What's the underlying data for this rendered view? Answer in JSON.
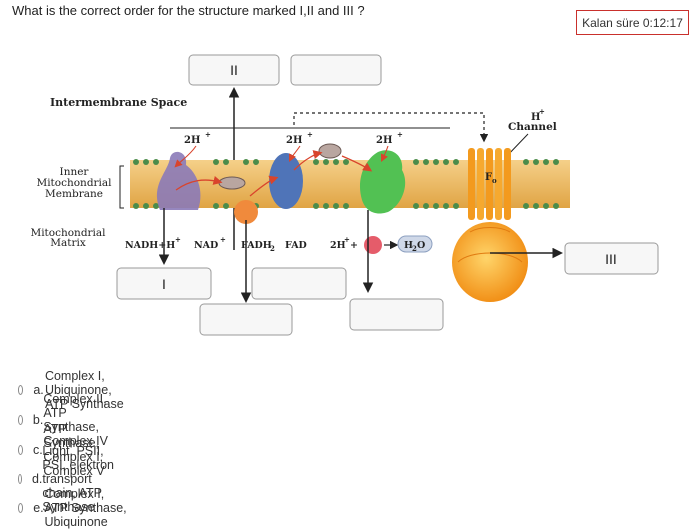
{
  "question": {
    "text": "What is the correct order for the structure marked I,II and III ?"
  },
  "timer": {
    "text": "Kalan süre 0:12:17"
  },
  "diagram": {
    "labels": {
      "intermembrane": "Intermembrane Space",
      "inner1": "Inner",
      "inner2": "Mitochondrial",
      "inner3": "Membrane",
      "matrix1": "Mitochondrial",
      "matrix2": "Matrix",
      "h_channel": "Channel",
      "h_plus_top": "H",
      "fo": "F",
      "fo_sub": "o",
      "nadh": "NADH+H",
      "nad": "NAD",
      "fadh2": "FADH",
      "fad": "FAD",
      "two_h_matrix": "2H",
      "h2o": "H",
      "marker_I": "I",
      "marker_II": "II",
      "marker_III": "III",
      "two_h_1": "2H",
      "two_h_2": "2H",
      "two_h_3": "2H"
    }
  },
  "options": [
    {
      "letter": "a.",
      "text": "Complex I, Ubiquinone, ATP Synthase"
    },
    {
      "letter": "b.",
      "text": "Complex II, ATP Synthase, Complex IV"
    },
    {
      "letter": "c.",
      "text": "ATP Synthase, Complex I, Complex V"
    },
    {
      "letter": "d.",
      "text": "Light, PSII, PSI, elektron transport chain, ATP Synthase"
    },
    {
      "letter": "e.",
      "text": "Complex I, ATP Synthase, Ubiquinone"
    }
  ],
  "colors": {
    "timer_border": "#c9302c",
    "membrane": "#e8b75a",
    "complex_purple": "#8b7ab8",
    "complex_blue": "#4f74b8",
    "complex_green": "#52c153",
    "atp_orange": "#f4a020"
  }
}
